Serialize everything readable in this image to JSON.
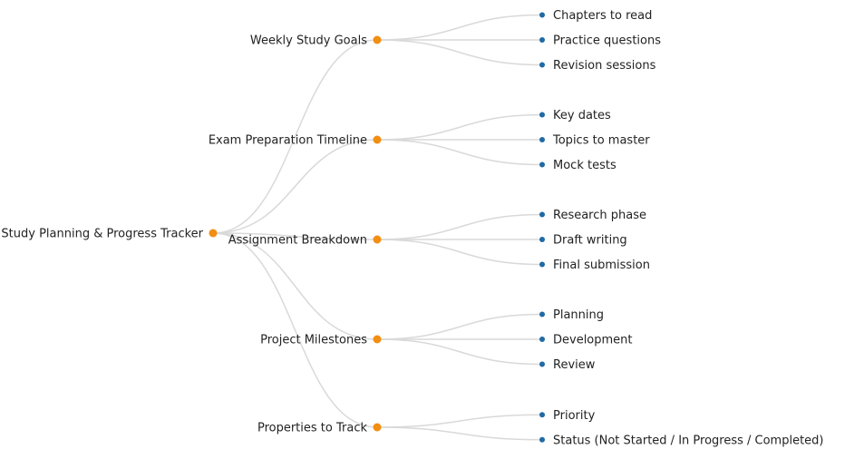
{
  "tree": {
    "label": "Study Planning & Progress Tracker",
    "children": [
      {
        "label": "Weekly Study Goals",
        "children": [
          {
            "label": "Chapters to read"
          },
          {
            "label": "Practice questions"
          },
          {
            "label": "Revision sessions"
          }
        ]
      },
      {
        "label": "Exam Preparation Timeline",
        "children": [
          {
            "label": "Key dates"
          },
          {
            "label": "Topics to master"
          },
          {
            "label": "Mock tests"
          }
        ]
      },
      {
        "label": "Assignment Breakdown",
        "children": [
          {
            "label": "Research phase"
          },
          {
            "label": "Draft writing"
          },
          {
            "label": "Final submission"
          }
        ]
      },
      {
        "label": "Project Milestones",
        "children": [
          {
            "label": "Planning"
          },
          {
            "label": "Development"
          },
          {
            "label": "Review"
          }
        ]
      },
      {
        "label": "Properties to Track",
        "children": [
          {
            "label": "Priority"
          },
          {
            "label": "Status (Not Started / In Progress / Completed)"
          }
        ]
      }
    ]
  },
  "colors": {
    "branch_node": "#f28e12",
    "leaf_node": "#1f6aa5",
    "link": "#d9d9d9",
    "text": "#222222"
  }
}
